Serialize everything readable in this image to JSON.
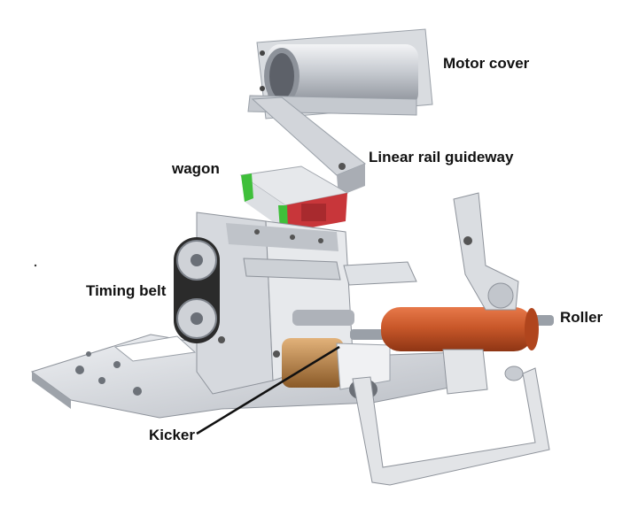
{
  "labels": {
    "motor_cover": "Motor cover",
    "linear_rail": "Linear rail guideway",
    "wagon": "wagon",
    "timing_belt": "Timing belt",
    "roller": "Roller",
    "kicker": "Kicker"
  },
  "colors": {
    "aluminum_light": "#e4e6ea",
    "aluminum_mid": "#b9bdc4",
    "aluminum_dark": "#7d828a",
    "belt_black": "#2b2b2b",
    "roller_orange": "#c9582a",
    "wagon_red": "#c8363a",
    "wagon_green": "#3fbf3a",
    "solenoid_brass": "#c38a4a"
  }
}
